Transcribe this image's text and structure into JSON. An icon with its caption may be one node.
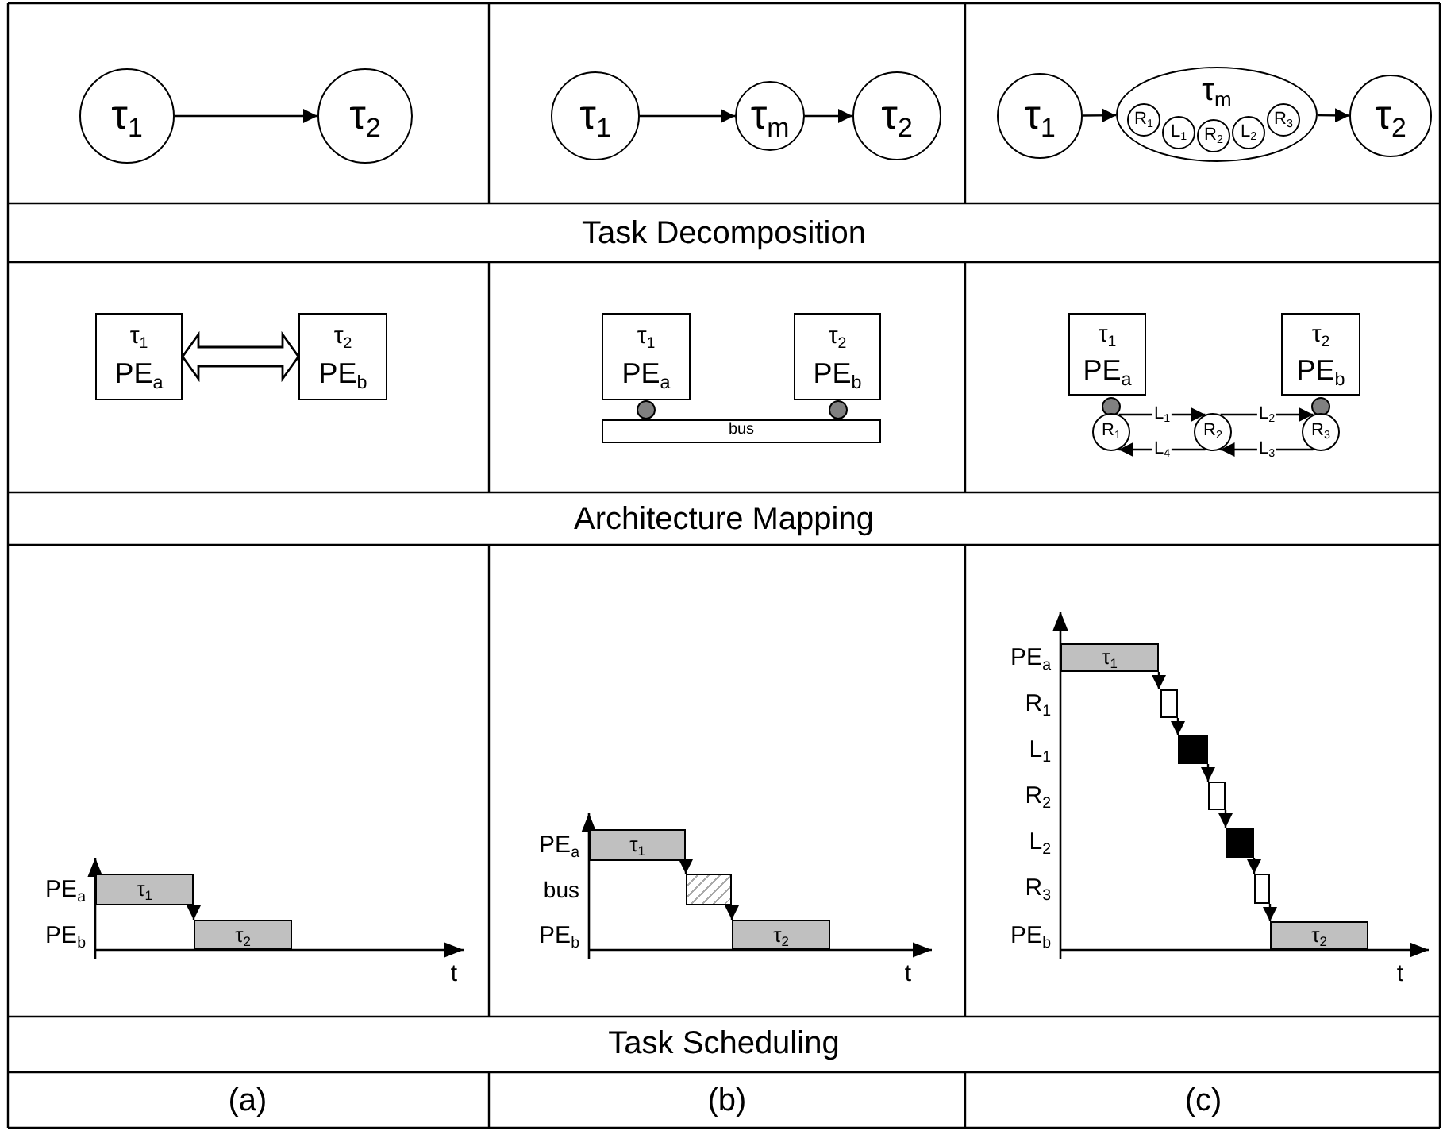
{
  "diagram": {
    "nodes": [
      {
        "text": [
          "τ$_{1}$"
        ]
      },
      {
        "text": [
          "τ$_{2}$"
        ]
      },
      {
        "text": [
          "τ$_{1}$"
        ]
      },
      {
        "text": [
          "τ$_{m}$"
        ]
      },
      {
        "text": [
          "τ$_{2}$"
        ]
      },
      {
        "text": [
          "τ$_{1}$"
        ]
      },
      {
        "text": [
          "τ$_{m}$"
        ]
      },
      {
        "text": [
          "R$_{1}$"
        ],
        "in": 6
      },
      {
        "text": [
          "L$_{1}$"
        ],
        "in": 6
      },
      {
        "text": [
          "R$_{2}$"
        ],
        "in": 6
      },
      {
        "text": [
          "L$_{2}$"
        ],
        "in": 6
      },
      {
        "text": [
          "R$_{3}$"
        ],
        "in": 6
      },
      {
        "text": [
          "τ$_{2}$"
        ]
      },
      {
        "text": [
          "τ$_{1}$",
          "PE$_{a}$"
        ]
      },
      {
        "text": [
          "τ$_{2}$",
          "PE$_{b}$"
        ]
      },
      {
        "text": [
          "τ$_{1}$",
          "PE$_{a}$"
        ]
      },
      {
        "text": [
          "τ$_{2}$",
          "PE$_{b}$"
        ]
      },
      {
        "text": [],
        "shape": "circle"
      },
      {
        "text": [],
        "shape": "circle"
      },
      {
        "text": [
          "bus"
        ]
      },
      {
        "text": [
          "τ$_{1}$",
          "PE$_{a}$"
        ]
      },
      {
        "text": [
          "τ$_{2}$",
          "PE$_{b}$"
        ]
      },
      {
        "text": [],
        "shape": "circle"
      },
      {
        "text": [],
        "shape": "circle"
      },
      {
        "text": [
          "R$_{1}$"
        ]
      },
      {
        "text": [
          "R$_{2}$"
        ]
      },
      {
        "text": [
          "R$_{3}$"
        ]
      },
      {
        "text": [
          "τ$_{1}$"
        ]
      },
      {
        "text": [
          "τ$_{2}$"
        ]
      },
      {
        "text": [
          "τ$_{1}$"
        ]
      },
      {
        "text": [],
        "shape": "bar"
      },
      {
        "text": [
          "τ$_{2}$"
        ]
      },
      {
        "text": [
          "τ$_{1}$"
        ]
      },
      {
        "text": [],
        "shape": "bar"
      },
      {
        "text": [],
        "shape": "bar"
      },
      {
        "text": [],
        "shape": "bar"
      },
      {
        "text": [],
        "shape": "bar"
      },
      {
        "text": [],
        "shape": "bar"
      },
      {
        "text": [
          "τ$_{2}$"
        ]
      }
    ],
    "edges": [
      {
        "from": 0,
        "to": 1,
        "arrow": "to"
      },
      {
        "from": 2,
        "to": 3,
        "arrow": "to"
      },
      {
        "from": 3,
        "to": 4,
        "arrow": "to"
      },
      {
        "from": 5,
        "to": 6,
        "arrow": "to"
      },
      {
        "from": 6,
        "to": 12,
        "arrow": "to"
      },
      {
        "from": 13,
        "to": 14,
        "arrow": "both",
        "style": "thick"
      },
      {
        "from": 24,
        "to": 25,
        "arrow": "to",
        "label": "L$_{1}$"
      },
      {
        "from": 25,
        "to": 26,
        "arrow": "to",
        "label": "L$_{2}$"
      },
      {
        "from": 26,
        "to": 25,
        "arrow": "to",
        "label": "L$_{3}$"
      },
      {
        "from": 25,
        "to": 24,
        "arrow": "to",
        "label": "L$_{4}$"
      },
      {
        "from": 27,
        "to": 28,
        "arrow": "to"
      },
      {
        "from": 29,
        "to": 30,
        "arrow": "to"
      },
      {
        "from": 30,
        "to": 31,
        "arrow": "to"
      },
      {
        "from": 32,
        "to": 33,
        "arrow": "to"
      },
      {
        "from": 33,
        "to": 34,
        "arrow": "to"
      },
      {
        "from": 34,
        "to": 35,
        "arrow": "to"
      },
      {
        "from": 35,
        "to": 36,
        "arrow": "to"
      },
      {
        "from": 36,
        "to": 37,
        "arrow": "to"
      },
      {
        "from": 37,
        "to": 38,
        "arrow": "to"
      }
    ],
    "labels": [
      "Task Decomposition",
      "Architecture Mapping",
      "PE$_{a}$",
      "PE$_{b}$",
      "t",
      "PE$_{a}$",
      "bus",
      "PE$_{b}$",
      "t",
      "PE$_{a}$",
      "R$_{1}$",
      "L$_{1}$",
      "R$_{2}$",
      "L$_{2}$",
      "R$_{3}$",
      "PE$_{b}$",
      "t",
      "Task Scheduling",
      "(a)",
      "(b)",
      "(c)"
    ]
  }
}
